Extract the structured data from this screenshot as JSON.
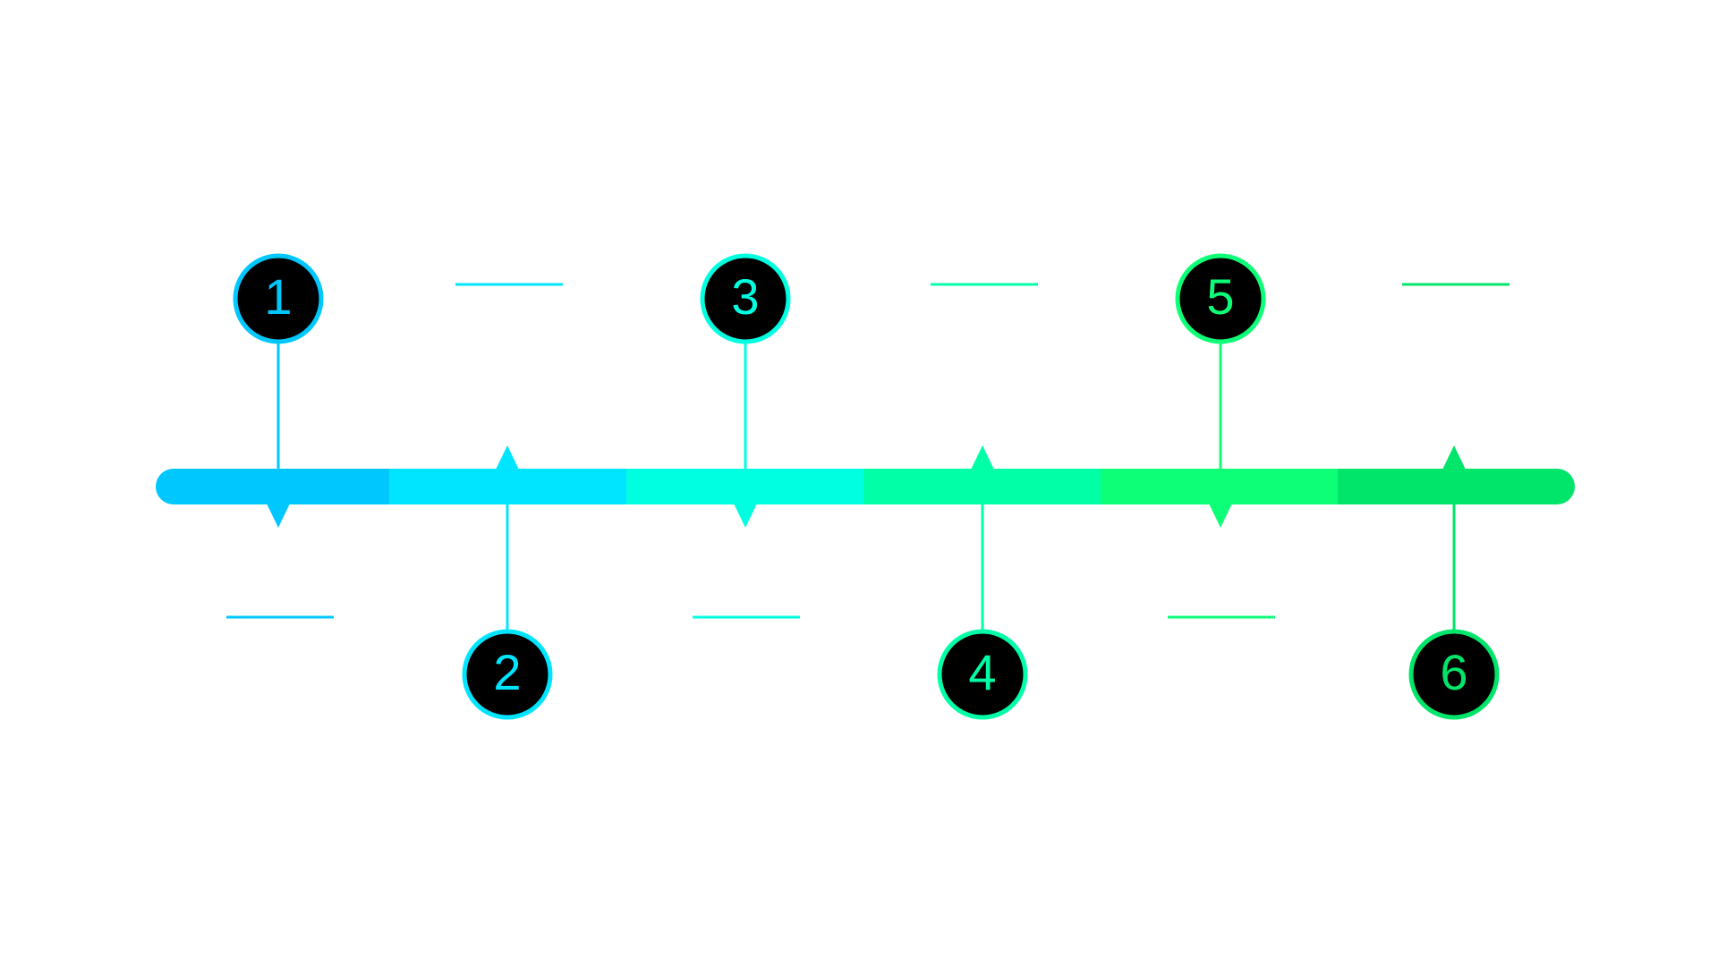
{
  "timeline": {
    "steps": [
      {
        "number": "1",
        "color": "#00C8FF",
        "side": "top"
      },
      {
        "number": "2",
        "color": "#00E5FF",
        "side": "bottom"
      },
      {
        "number": "3",
        "color": "#00FFE0",
        "side": "top"
      },
      {
        "number": "4",
        "color": "#00FFA6",
        "side": "bottom"
      },
      {
        "number": "5",
        "color": "#0DFF78",
        "side": "top"
      },
      {
        "number": "6",
        "color": "#00E56A",
        "side": "bottom"
      }
    ],
    "circle_fill": "#000000"
  }
}
